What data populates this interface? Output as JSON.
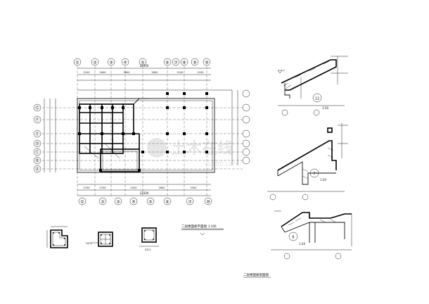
{
  "drawing": {
    "plan_title": "二层楼面板平面图",
    "plan_scale": "1:100",
    "section_sheet_title": "二层楼面板剖面图",
    "watermark": "土木在线",
    "watermark_url": "co188.com"
  },
  "axes_top": [
    "①",
    "②",
    "③",
    "④",
    "⑤",
    "⑥",
    "⑦",
    "⑧",
    "⑨",
    "⑩"
  ],
  "axes_left": [
    "Ⓖ",
    "Ⓕ",
    "Ⓔ",
    "Ⓓ",
    "Ⓒ",
    "Ⓑ",
    "Ⓐ"
  ],
  "dims_top": [
    "2100",
    "3400",
    "2800",
    "2800",
    "2100",
    "2100"
  ],
  "dims_bottom": [
    "2700",
    "2700",
    "2500",
    "2600",
    "3300"
  ],
  "overall_top": "22500",
  "overall_bottom": "22500",
  "sections": [
    {
      "id": "12",
      "scale": "1:20"
    },
    {
      "id": "7",
      "scale": "1:20"
    },
    {
      "id": "6",
      "scale": "1:20"
    }
  ],
  "details": [
    {
      "id": "GZ-1",
      "label": "GZ-1"
    },
    {
      "id": "GZ-2",
      "label": "GZ-2"
    }
  ]
}
